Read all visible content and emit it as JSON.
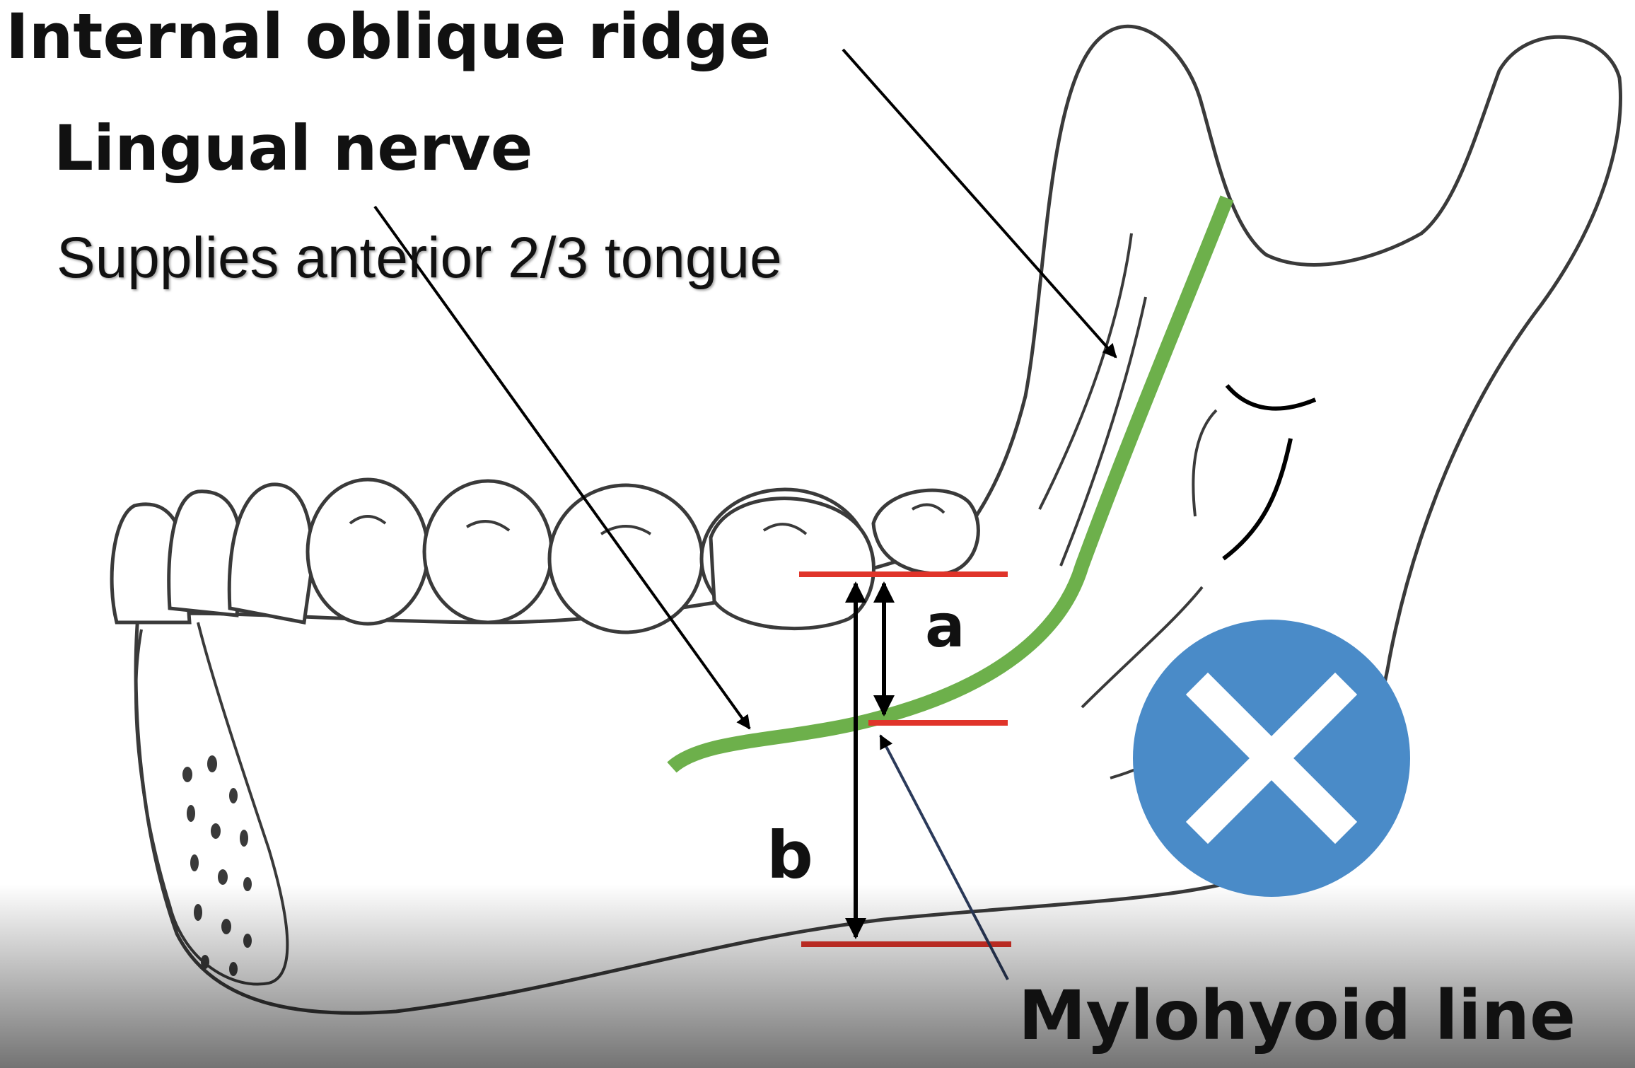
{
  "labels": {
    "internal_oblique_ridge": "Internal oblique ridge",
    "lingual_nerve": "Lingual nerve",
    "lingual_nerve_note": "Supplies anterior  2/3 tongue",
    "mylohyoid_line": "Mylohyoid line",
    "measure_a": "a",
    "measure_b": "b"
  },
  "close_button": {
    "icon": "close-icon"
  },
  "colors": {
    "nerve": "#6db04b",
    "reference_lines": "#e0342a",
    "close_button": "#4a8bc8",
    "outline": "#3a3a3a"
  }
}
